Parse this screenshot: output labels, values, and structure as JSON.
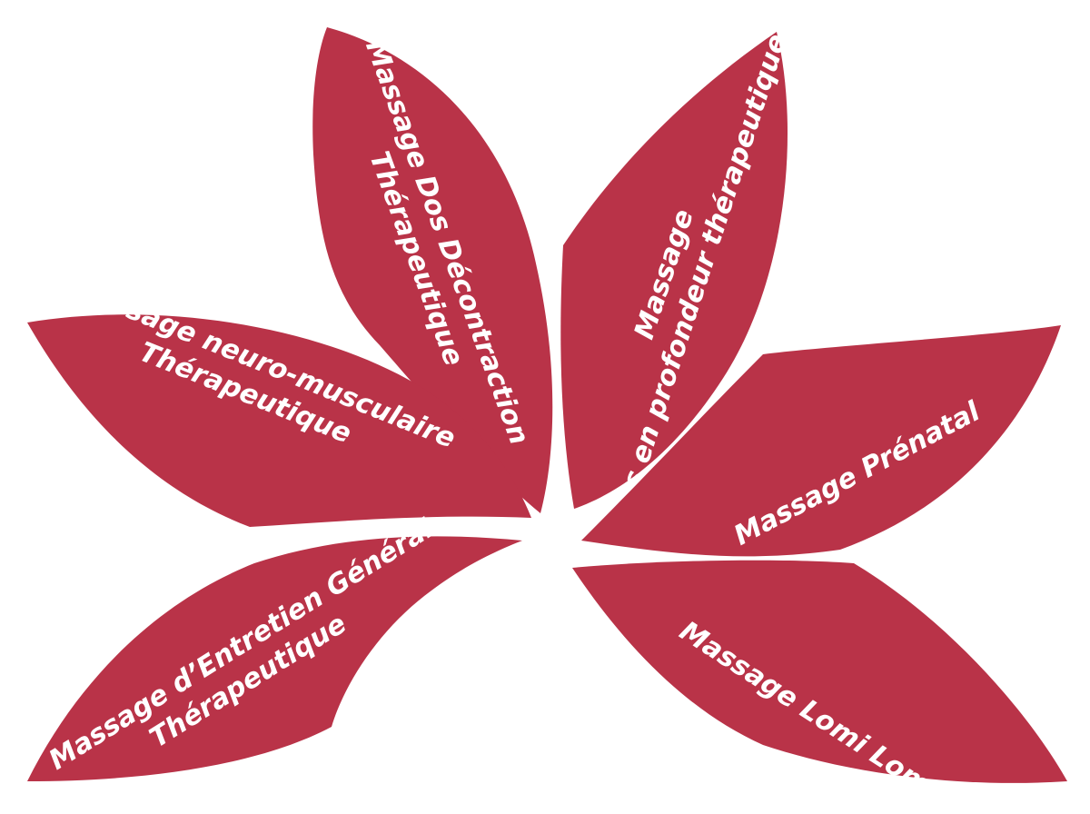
{
  "colors": {
    "petal": "#b93348",
    "background": "#ffffff",
    "text": "#ffffff"
  },
  "petals": {
    "top_left": {
      "line1": "Massage Dos Décontraction",
      "line2": "Thérapeutique"
    },
    "top_right": {
      "line1": "Massage",
      "line2": "Dos en profondeur thérapeutique"
    },
    "left": {
      "line1": "Massage neuro-musculaire",
      "line2": "Thérapeutique"
    },
    "right": {
      "line1": "Massage Prénatal"
    },
    "bottom_left": {
      "line1": "Massage d’Entretien Général",
      "line2": "Thérapeutique"
    },
    "bottom_right": {
      "line1": "Massage Lomi Lomi"
    }
  }
}
